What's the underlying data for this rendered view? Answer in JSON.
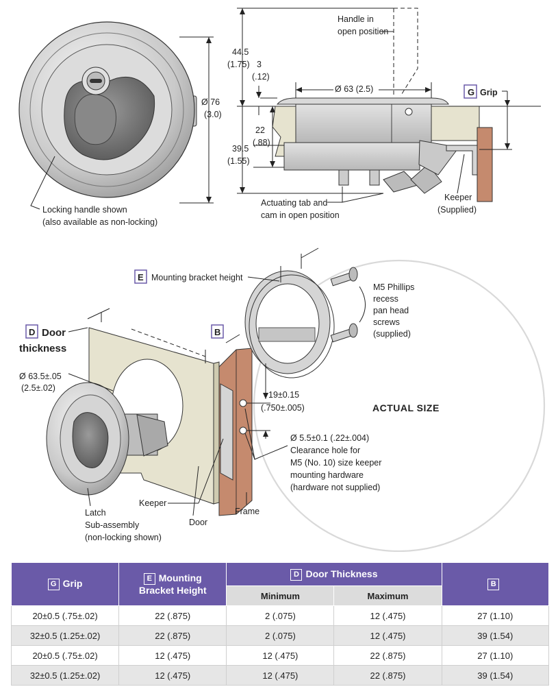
{
  "colors": {
    "accent": "#6a5aa8",
    "metal": "#cfcfcf",
    "door": "#e6e3cf",
    "frame": "#c58a6e",
    "grid_row": "#e6e6e6"
  },
  "top_front": {
    "diameter": "Ø 76",
    "diameter_in": "(3.0)",
    "note_line1": "Locking handle shown",
    "note_line2": "(also available as non-locking)"
  },
  "top_side": {
    "handle_line1": "Handle in",
    "handle_line2": "open position",
    "dim_44": "44.5",
    "dim_44_in": "(1.75)",
    "dim_3": "3",
    "dim_3_in": "(.12)",
    "dim_63": "Ø 63 (2.5)",
    "dim_22": "22",
    "dim_22_in": "(.88)",
    "dim_39": "39.5",
    "dim_39_in": "(1.55)",
    "grip_letter": "G",
    "grip_label": "Grip",
    "tab_line1": "Actuating tab and",
    "tab_line2": "cam in open position",
    "keeper_line1": "Keeper",
    "keeper_line2": "(Supplied)"
  },
  "exploded": {
    "e_letter": "E",
    "e_label": "Mounting bracket height",
    "d_letter": "D",
    "d_label1": "Door",
    "d_label2": "thickness",
    "b_letter": "B",
    "dia_line1": "Ø 63.5±.05",
    "dia_line2": "(2.5±.02)",
    "screws_line1": "M5 Phillips",
    "screws_line2": "recess",
    "screws_line3": "pan head",
    "screws_line4": "screws",
    "screws_line5": "(supplied)",
    "spacing_line1": "19±0.15",
    "spacing_line2": "(.750±.005)",
    "hole_line1": "Ø 5.5±0.1 (.22±.004)",
    "hole_line2": "Clearance hole for",
    "hole_line3": "M5 (No. 10) size keeper",
    "hole_line4": "mounting hardware",
    "hole_line5": "(hardware not supplied)",
    "actual_size": "ACTUAL SIZE",
    "keeper": "Keeper",
    "door": "Door",
    "frame": "Frame",
    "latch_line1": "Latch",
    "latch_line2": "Sub-assembly",
    "latch_line3": "(non-locking shown)"
  },
  "table": {
    "col_g_letter": "G",
    "col_g": "Grip",
    "col_e_letter": "E",
    "col_e_line1": "Mounting",
    "col_e_line2": "Bracket Height",
    "col_d_letter": "D",
    "col_d": "Door Thickness",
    "col_d_min": "Minimum",
    "col_d_max": "Maximum",
    "col_b_letter": "B",
    "rows": [
      [
        "20±0.5 (.75±.02)",
        "22 (.875)",
        "2 (.075)",
        "12 (.475)",
        "27 (1.10)"
      ],
      [
        "32±0.5 (1.25±.02)",
        "22 (.875)",
        "2 (.075)",
        "12 (.475)",
        "39 (1.54)"
      ],
      [
        "20±0.5 (.75±.02)",
        "12 (.475)",
        "12 (.475)",
        "22 (.875)",
        "27 (1.10)"
      ],
      [
        "32±0.5 (1.25±.02)",
        "12 (.475)",
        "12 (.475)",
        "22 (.875)",
        "39 (1.54)"
      ]
    ]
  }
}
